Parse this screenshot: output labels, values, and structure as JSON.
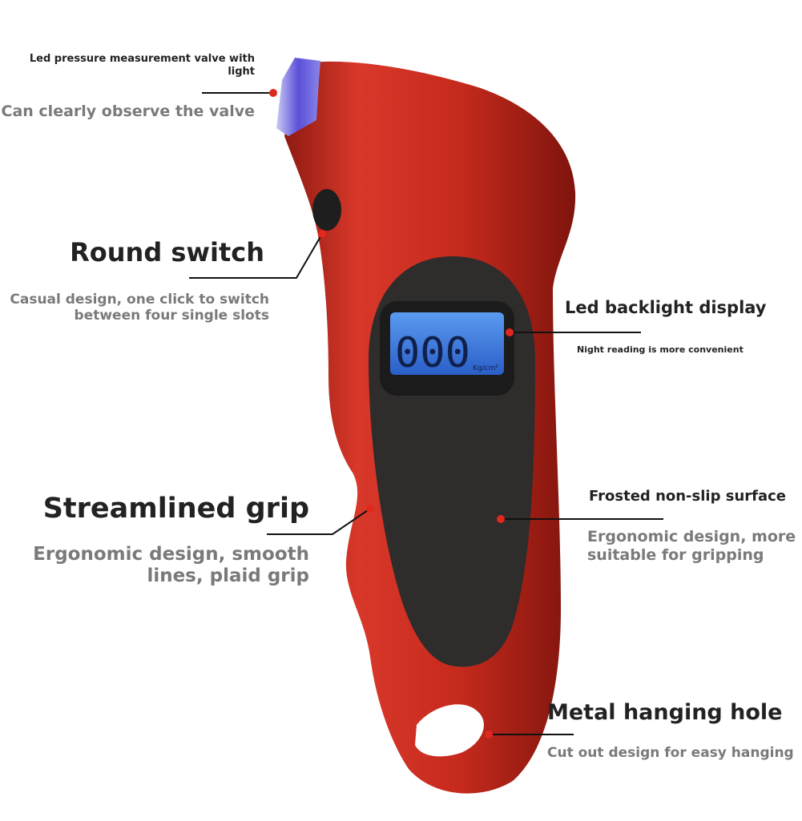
{
  "colors": {
    "body_red": "#c8281c",
    "panel": "#2e2b2b",
    "lcd_blue": "#3f7fe0",
    "dot_red": "#e0281c",
    "line": "#111111"
  },
  "lcd": {
    "reading": "000",
    "unit": "Kg/cm²"
  },
  "callouts": {
    "valve": {
      "title_line1": "Led pressure measurement valve with",
      "title_line2": "light",
      "desc": "Can clearly observe the valve"
    },
    "switch": {
      "title": "Round switch",
      "desc_line1": "Casual design, one click to switch",
      "desc_line2": "between four single slots"
    },
    "display": {
      "title": "Led backlight display",
      "desc": "Night reading is more convenient"
    },
    "surface": {
      "title": "Frosted non-slip surface",
      "desc_line1": "Ergonomic design, more",
      "desc_line2": "suitable for gripping"
    },
    "grip": {
      "title": "Streamlined grip",
      "desc_line1": "Ergonomic design, smooth",
      "desc_line2": "lines, plaid grip"
    },
    "hole": {
      "title": "Metal hanging hole",
      "desc": "Cut out design for easy hanging"
    }
  }
}
